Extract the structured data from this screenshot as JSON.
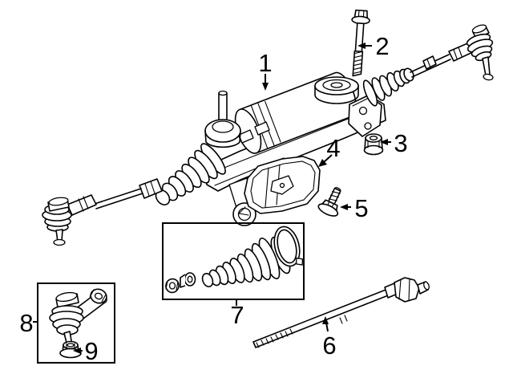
{
  "figure": {
    "background_color": "#ffffff",
    "line_color": "#000000",
    "callouts": [
      {
        "label": "1",
        "part": "steering-gear-assembly"
      },
      {
        "label": "2",
        "part": "mounting-bolt"
      },
      {
        "label": "3",
        "part": "flange-nut"
      },
      {
        "label": "4",
        "part": "heat-shield"
      },
      {
        "label": "5",
        "part": "shield-bolt"
      },
      {
        "label": "6",
        "part": "inner-tie-rod"
      },
      {
        "label": "7",
        "part": "boot-kit"
      },
      {
        "label": "8",
        "part": "outer-tie-rod-end-kit"
      },
      {
        "label": "9",
        "part": "tie-rod-nut"
      }
    ]
  }
}
